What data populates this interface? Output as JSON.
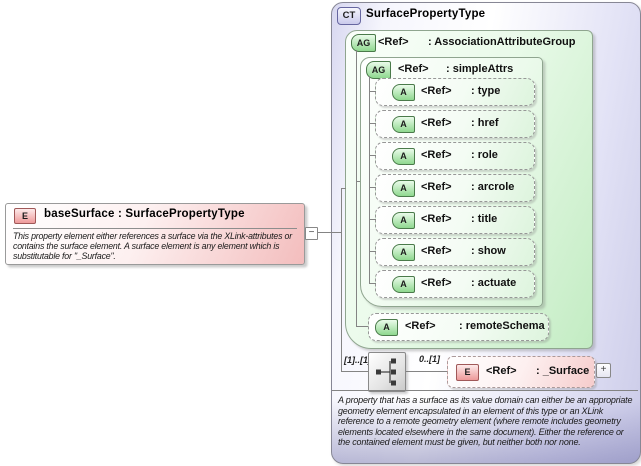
{
  "base_element": {
    "badge": "E",
    "title": "baseSurface : SurfacePropertyType",
    "annotation": "This property element either references a surface via the XLink-attributes or contains the surface element. A surface element is any element which is substitutable for \"_Surface\".",
    "collapse_icon": "−"
  },
  "complex_type": {
    "badge": "CT",
    "title": "SurfacePropertyType",
    "association_attribute_group": {
      "badge": "AG",
      "ref_label": "<Ref>",
      "name": ": AssociationAttributeGroup",
      "simple_attrs": {
        "badge": "AG",
        "ref_label": "<Ref>",
        "name": ": simpleAttrs",
        "attributes": [
          {
            "badge": "A",
            "ref_label": "<Ref>",
            "name": ": type"
          },
          {
            "badge": "A",
            "ref_label": "<Ref>",
            "name": ": href"
          },
          {
            "badge": "A",
            "ref_label": "<Ref>",
            "name": ": role"
          },
          {
            "badge": "A",
            "ref_label": "<Ref>",
            "name": ": arcrole"
          },
          {
            "badge": "A",
            "ref_label": "<Ref>",
            "name": ": title"
          },
          {
            "badge": "A",
            "ref_label": "<Ref>",
            "name": ": show"
          },
          {
            "badge": "A",
            "ref_label": "<Ref>",
            "name": ": actuate"
          }
        ]
      },
      "attributes": [
        {
          "badge": "A",
          "ref_label": "<Ref>",
          "name": ": remoteSchema"
        }
      ]
    },
    "content_model": {
      "outer_cardinality": "[1]..[1]",
      "inner_cardinality": "0..[1]",
      "element": {
        "badge": "E",
        "ref_label": "<Ref>",
        "name": ": _Surface",
        "expand_icon": "+"
      }
    },
    "annotation": "A property that has a surface as its value domain can either be an appropriate geometry element encapsulated in an element of this type or an XLink reference to a remote geometry element (where remote includes geometry elements located elsewhere in the same document). Either the reference or the contained element must be given, but neither both nor none."
  },
  "colors": {
    "element_accent": "#f3bdbd",
    "attribute_accent": "#9ddd9d",
    "complex_type_accent": "#d7d7f0"
  }
}
